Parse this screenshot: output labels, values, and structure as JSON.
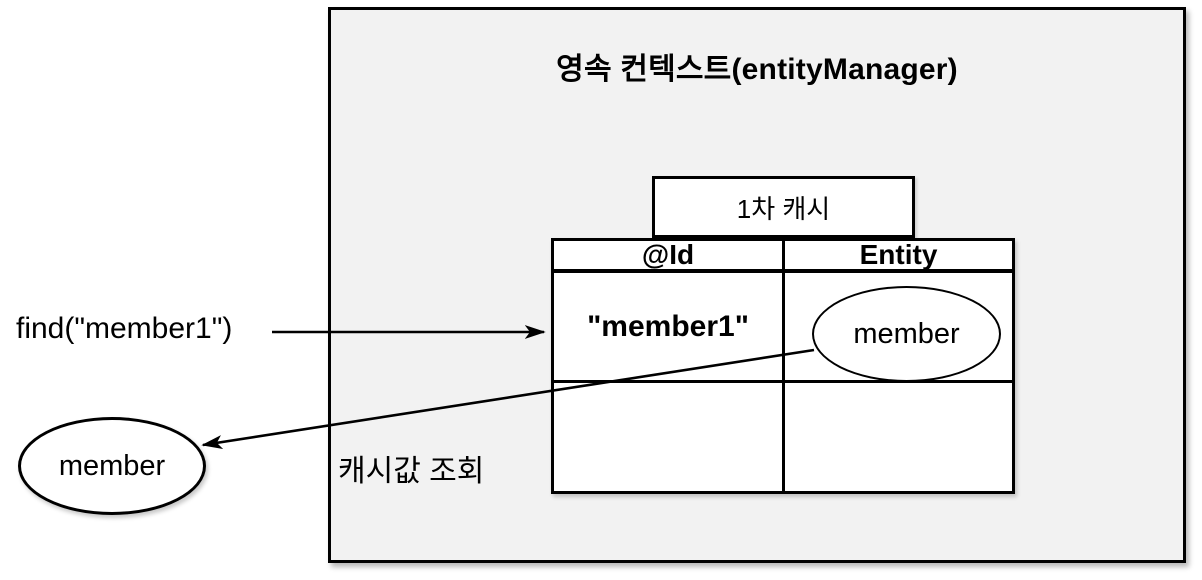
{
  "diagram": {
    "title": "영속 컨텍스트(entityManager)",
    "first_level_cache": {
      "label": "1차 캐시",
      "table": {
        "headers": [
          "@Id",
          "Entity"
        ],
        "rows": [
          {
            "id": "\"member1\"",
            "entity": "member"
          },
          {
            "id": "",
            "entity": ""
          }
        ]
      }
    },
    "find_call": {
      "label": "find(\"member1\")"
    },
    "result": {
      "label": "member"
    },
    "cache_lookup": {
      "label": "캐시값 조회"
    },
    "colors": {
      "line": "#000000",
      "context_fill": "#f2f2f2",
      "shape_fill": "#ffffff"
    }
  }
}
